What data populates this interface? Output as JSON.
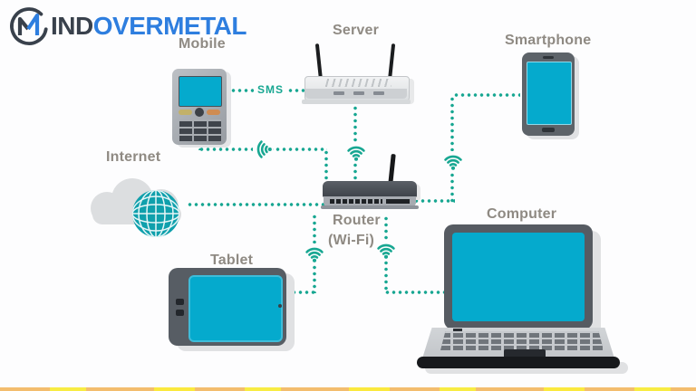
{
  "logo": {
    "monogram": "M",
    "text_dark": "IND",
    "text_blue": "OVERMETAL"
  },
  "labels": {
    "mobile": "Mobile",
    "server": "Server",
    "smartphone": "Smartphone",
    "internet": "Internet",
    "router": "Router",
    "router_sub": "(Wi-Fi)",
    "tablet": "Tablet",
    "computer": "Computer"
  },
  "connections": {
    "sms": "SMS"
  },
  "colors": {
    "link_teal": "#18a792",
    "screen_cyan": "#05aacd",
    "label_gray": "#8f8a83",
    "logo_dark": "#39414c",
    "logo_blue": "#2e7edf",
    "globe_teal": "#0fa0ac"
  }
}
